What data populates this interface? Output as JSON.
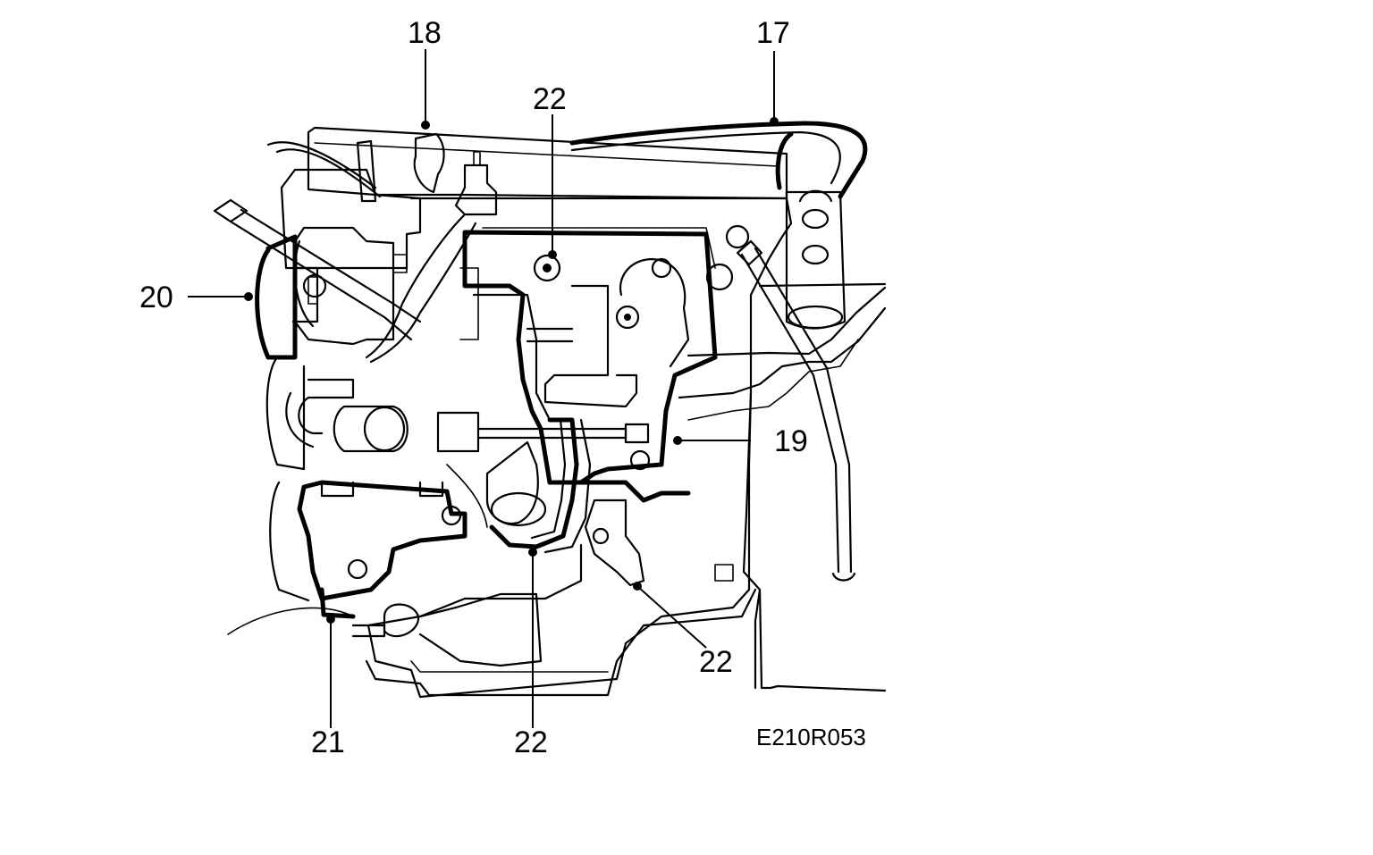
{
  "figure_code": "E210R053",
  "callouts": [
    {
      "id": "17",
      "label": "17"
    },
    {
      "id": "18",
      "label": "18"
    },
    {
      "id": "19",
      "label": "19"
    },
    {
      "id": "20",
      "label": "20"
    },
    {
      "id": "21",
      "label": "21"
    },
    {
      "id": "22a",
      "label": "22"
    },
    {
      "id": "22b",
      "label": "22"
    },
    {
      "id": "22c",
      "label": "22"
    }
  ]
}
